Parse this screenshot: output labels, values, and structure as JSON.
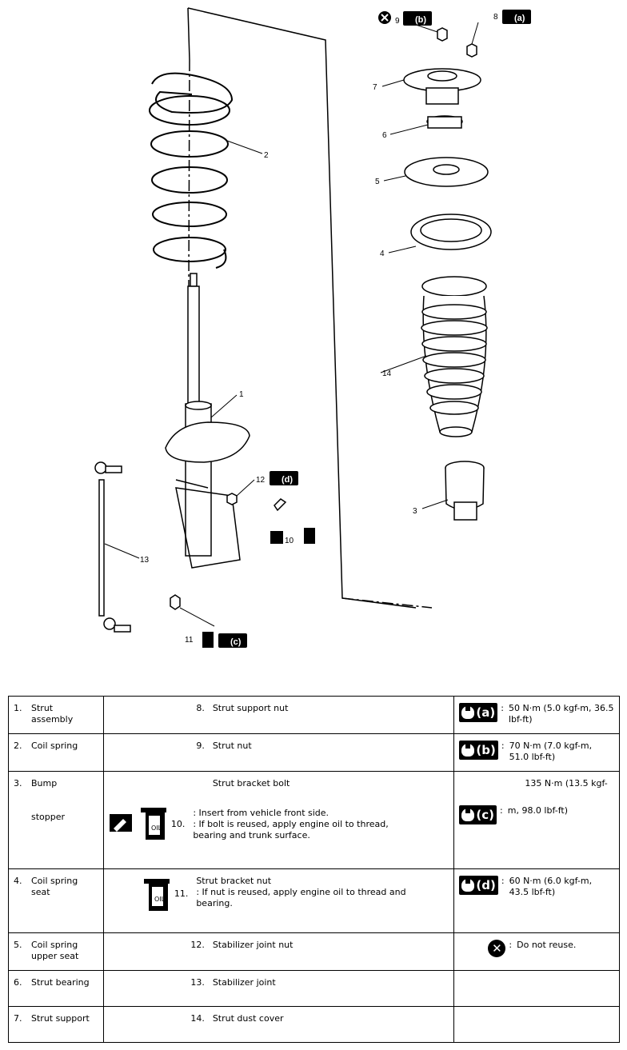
{
  "callouts": {
    "n1": "1",
    "n2": "2",
    "n3": "3",
    "n4": "4",
    "n5": "5",
    "n6": "6",
    "n7": "7",
    "n8": "8",
    "n9": "9",
    "n10": "10",
    "n11": "11",
    "n12": "12",
    "n13": "13",
    "n14": "14",
    "badge_a": "(a)",
    "badge_b": "(b)",
    "badge_c": "(c)",
    "badge_d": "(d)"
  },
  "legend": {
    "rows": [
      {
        "num": "1.",
        "label": "Strut assembly",
        "rnum": "8.",
        "rdesc": "Strut support nut",
        "torque_badge": "(a)",
        "torque": "50 N·m (5.0 kgf-m, 36.5 lbf-ft)"
      },
      {
        "num": "2.",
        "label": "Coil spring",
        "rnum": "9.",
        "rdesc": "Strut nut",
        "torque_badge": "(b)",
        "torque": "70 N·m (7.0 kgf-m, 51.0 lbf-ft)"
      },
      {
        "num": "3.",
        "label_top": "Bump",
        "label_bottom": "stopper",
        "rdesc_title": "Strut bracket bolt",
        "rnum": "10.",
        "rdesc_note1": ": Insert from vehicle front side.",
        "rdesc_note2": ": If bolt is reused, apply engine oil to thread, bearing and trunk surface.",
        "torque_badge": "(c)",
        "torque_top": "135 N·m (13.5 kgf-",
        "torque_bottom": "m, 98.0 lbf-ft)"
      },
      {
        "num": "4.",
        "label": "Coil spring seat",
        "rnum": "11.",
        "rdesc_title": "Strut bracket nut",
        "rdesc_note1": ": If nut is reused, apply engine oil to thread and bearing.",
        "torque_badge": "(d)",
        "torque": "60 N·m (6.0 kgf-m, 43.5 lbf-ft)"
      },
      {
        "num": "5.",
        "label": "Coil spring upper seat",
        "rnum": "12.",
        "rdesc": "Stabilizer joint nut",
        "note": "Do not reuse."
      },
      {
        "num": "6.",
        "label": "Strut bearing",
        "rnum": "13.",
        "rdesc": "Stabilizer joint"
      },
      {
        "num": "7.",
        "label": "Strut support",
        "rnum": "14.",
        "rdesc": "Strut dust cover"
      }
    ],
    "oil_icon_text": "OIL"
  },
  "colors": {
    "ink": "#000000",
    "paper": "#ffffff"
  }
}
